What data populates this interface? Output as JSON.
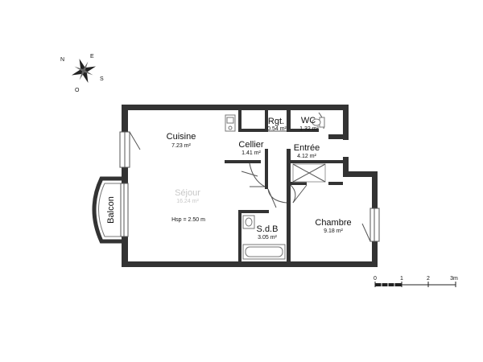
{
  "compass": {
    "north_label": "N",
    "east_label": "E",
    "south_label": "S",
    "west_label": "O"
  },
  "rooms": {
    "cuisine": {
      "name": "Cuisine",
      "area": "7.23 m²"
    },
    "sejour": {
      "name": "Séjour",
      "area": "16.24 m²"
    },
    "rgt": {
      "name": "Rgt.",
      "area": "0.54 m²"
    },
    "wc": {
      "name": "WC",
      "area": "1.32 m²"
    },
    "cellier": {
      "name": "Cellier",
      "area": "1.41 m²"
    },
    "entree": {
      "name": "Entrée",
      "area": "4.12 m²"
    },
    "sdb": {
      "name": "S.d.B",
      "area": "3.05 m²"
    },
    "chambre": {
      "name": "Chambre",
      "area": "9.18 m²"
    }
  },
  "balcony_label": "Balcon",
  "ceiling_height": "Hsp = 2.50 m",
  "scale_bar": {
    "ticks": [
      "0",
      "1",
      "2",
      "3m"
    ]
  }
}
